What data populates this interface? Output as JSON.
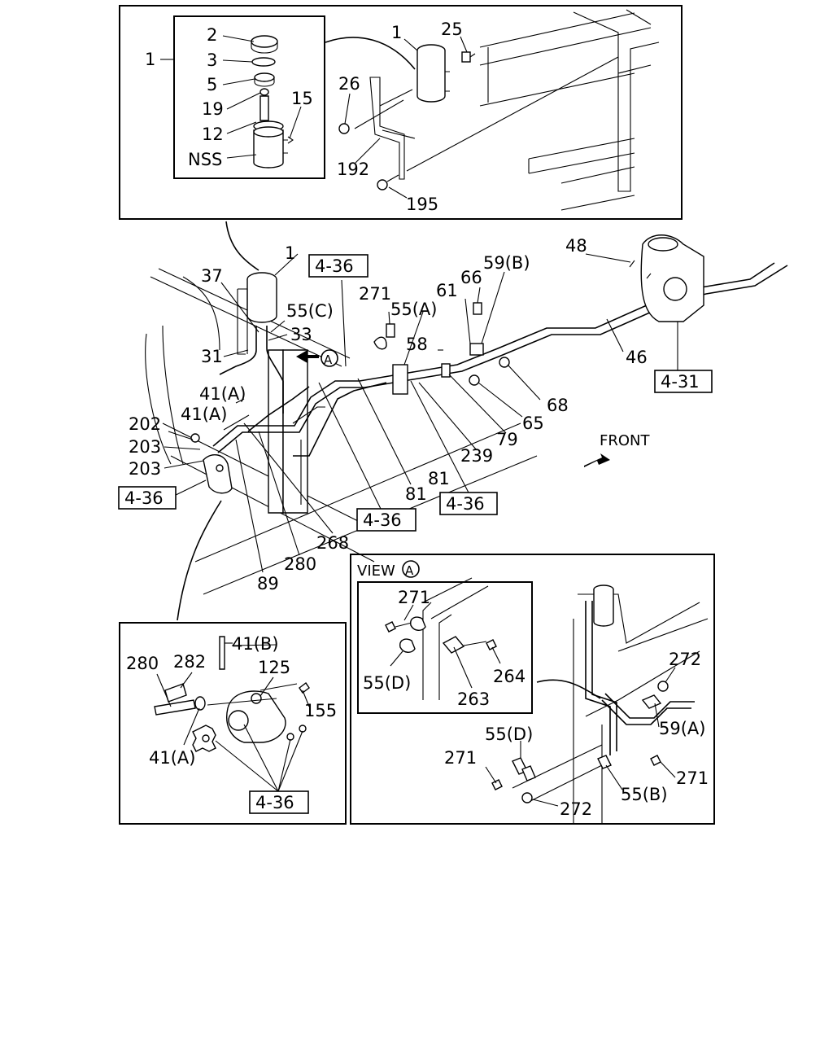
{
  "inset_top": {
    "exploded_labels": [
      "1",
      "2",
      "3",
      "5",
      "19",
      "12",
      "15",
      "NSS"
    ],
    "mount_labels": [
      "1",
      "25",
      "26",
      "192",
      "195"
    ]
  },
  "main": {
    "labels": [
      "1",
      "37",
      "55(C)",
      "33",
      "31",
      "41(A)",
      "41(A)",
      "202",
      "203",
      "203",
      "271",
      "55(A)",
      "58",
      "61",
      "66",
      "59(B)",
      "48",
      "46",
      "68",
      "65",
      "79",
      "239",
      "81",
      "81",
      "268",
      "280",
      "89"
    ],
    "refs": [
      "4-36",
      "4-31",
      "4-36",
      "4-36",
      "4-36"
    ],
    "view_marker": "A",
    "front_label": "FRONT"
  },
  "inset_bottom_left": {
    "labels": [
      "41(B)",
      "280",
      "282",
      "125",
      "155",
      "41(A)"
    ],
    "ref": "4-36"
  },
  "inset_view": {
    "title": "VIEW",
    "marker": "A",
    "detail_labels": [
      "271",
      "55(D)",
      "263",
      "264"
    ],
    "labels": [
      "272",
      "59(A)",
      "55(D)",
      "271",
      "271",
      "55(B)",
      "272"
    ]
  }
}
